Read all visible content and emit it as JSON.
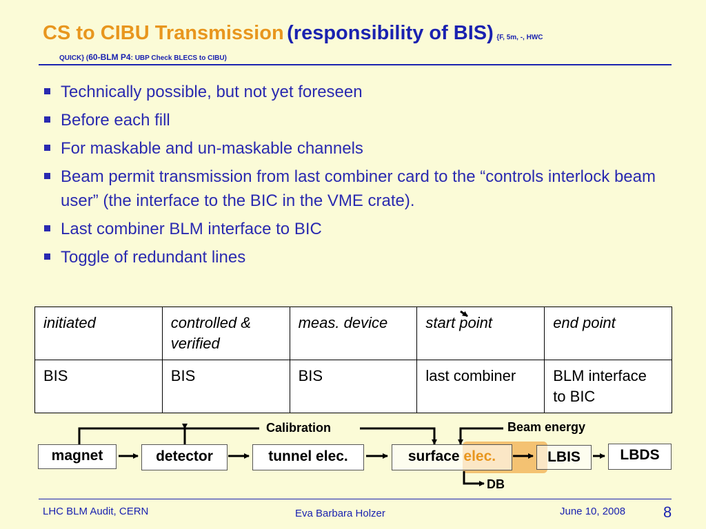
{
  "title": {
    "main": "CS to CIBU Transmission",
    "responsibility": "(responsibility of BIS)",
    "ref_part1": "{F, 5m, -, HWC",
    "ref_part2": "QUICK} (",
    "ref_bold": "60-BLM P4",
    "ref_part3": ": UBP Check BLECS to CIBU)"
  },
  "bullets": [
    "Technically possible, but not yet foreseen",
    "Before each fill",
    "For maskable and un-maskable channels",
    "Beam permit transmission from last combiner card to the “controls interlock beam user” (the interface to the BIC in the VME crate).",
    "Last combiner BLM interface to BIC",
    "Toggle of redundant lines"
  ],
  "table": {
    "headers": [
      "initiated",
      "controlled & verified",
      "meas. device",
      "start point",
      "end point"
    ],
    "rows": [
      [
        "BIS",
        "BIS",
        "BIS",
        "last combiner",
        "BLM interface to BIC"
      ]
    ]
  },
  "diagram": {
    "boxes": {
      "magnet": "magnet",
      "detector": "detector",
      "tunnel": "tunnel elec.",
      "surface_part1": "surface",
      "surface_part2": "elec.",
      "lbis": "LBIS",
      "lbds": "LBDS"
    },
    "labels": {
      "calibration": "Calibration",
      "beam_energy": "Beam energy",
      "db": "DB"
    },
    "highlight_color": "#f2b760"
  },
  "footer": {
    "left": "LHC BLM Audit, CERN",
    "center": "Eva Barbara Holzer",
    "date": "June 10, 2008",
    "page": "8"
  },
  "colors": {
    "title_orange": "#e8961e",
    "title_blue": "#1a22b0",
    "background": "#fbfbd7"
  }
}
